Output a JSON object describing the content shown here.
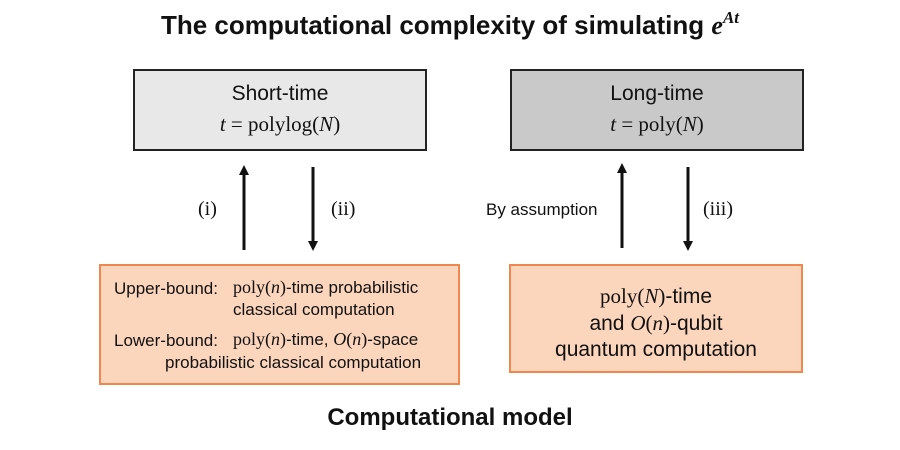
{
  "title": {
    "text": "The computational complexity of simulating ",
    "exp_base": "e",
    "exp_sup": "At"
  },
  "short_time": {
    "label": "Short-time",
    "formula_var": "t",
    "formula_rest": " = polylog(",
    "formula_arg": "N",
    "formula_close": ")"
  },
  "long_time": {
    "label": "Long-time",
    "formula_var": "t",
    "formula_rest": " = poly(",
    "formula_arg": "N",
    "formula_close": ")"
  },
  "arrows": {
    "i": "(i)",
    "ii": "(ii)",
    "assumption": "By assumption",
    "iii": "(iii)"
  },
  "classical": {
    "upper_label": "Upper-bound:",
    "upper_poly": "poly(",
    "upper_n": "n",
    "upper_close": ")",
    "upper_rest": "-time probabilistic",
    "upper_line2": "classical computation",
    "lower_label": "Lower-bound:",
    "lower_poly": "poly(",
    "lower_n": "n",
    "lower_close": ")",
    "lower_mid": "-time, ",
    "lower_O": "O",
    "lower_paren": "(",
    "lower_n2": "n",
    "lower_close2": ")",
    "lower_rest": "-space",
    "lower_line2": "probabilistic classical computation"
  },
  "quantum": {
    "poly": "poly(",
    "N": "N",
    "close": ")",
    "time": "-time",
    "and": "and ",
    "O": "O",
    "paren": "(",
    "n": "n",
    "close2": ")",
    "qubit": "-qubit",
    "line3": "quantum computation"
  },
  "footer": "Computational model",
  "colors": {
    "short_fill": "#e8e8e8",
    "long_fill": "#c9c9c9",
    "orange_fill": "#fbd5bc",
    "orange_border": "#f0874f"
  }
}
